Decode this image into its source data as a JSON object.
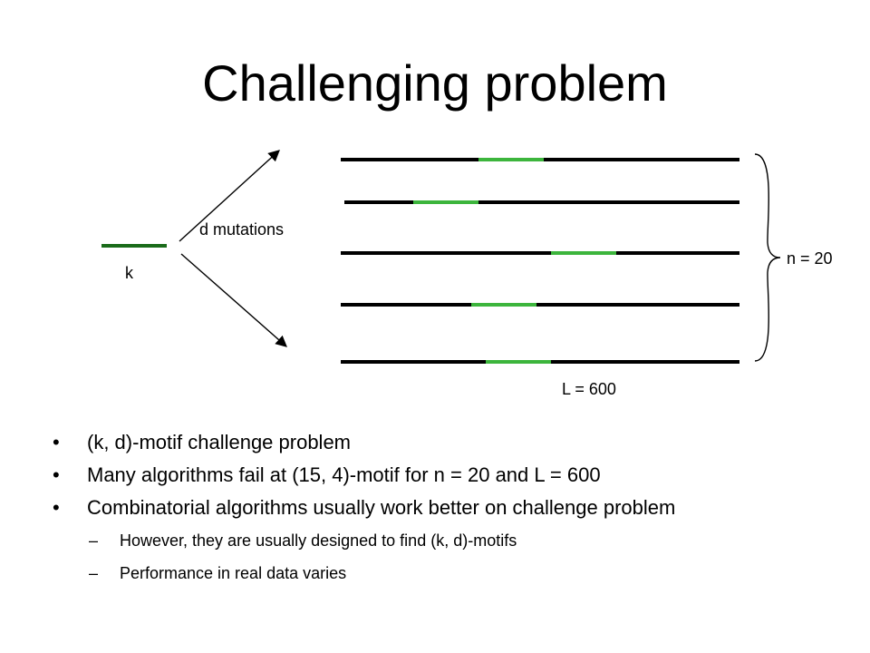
{
  "slide": {
    "title": "Challenging problem"
  },
  "diagram": {
    "k_label": "k",
    "mutations_label": "d mutations",
    "n_label": "n = 20",
    "L_label": "L = 600",
    "colors": {
      "motif_dark": "#1a6b1a",
      "motif_light": "#3cb53c",
      "line": "#000000"
    }
  },
  "bullets": [
    {
      "marker": "•",
      "text": "(k, d)-motif challenge problem"
    },
    {
      "marker": "•",
      "text": "Many algorithms fail at (15, 4)-motif for n = 20 and L = 600"
    },
    {
      "marker": "•",
      "text": "Combinatorial algorithms usually work better on challenge problem"
    }
  ],
  "subbullets": [
    {
      "marker": "–",
      "text": "However, they are usually designed to find (k, d)-motifs"
    },
    {
      "marker": "–",
      "text": "Performance in real data varies"
    }
  ]
}
